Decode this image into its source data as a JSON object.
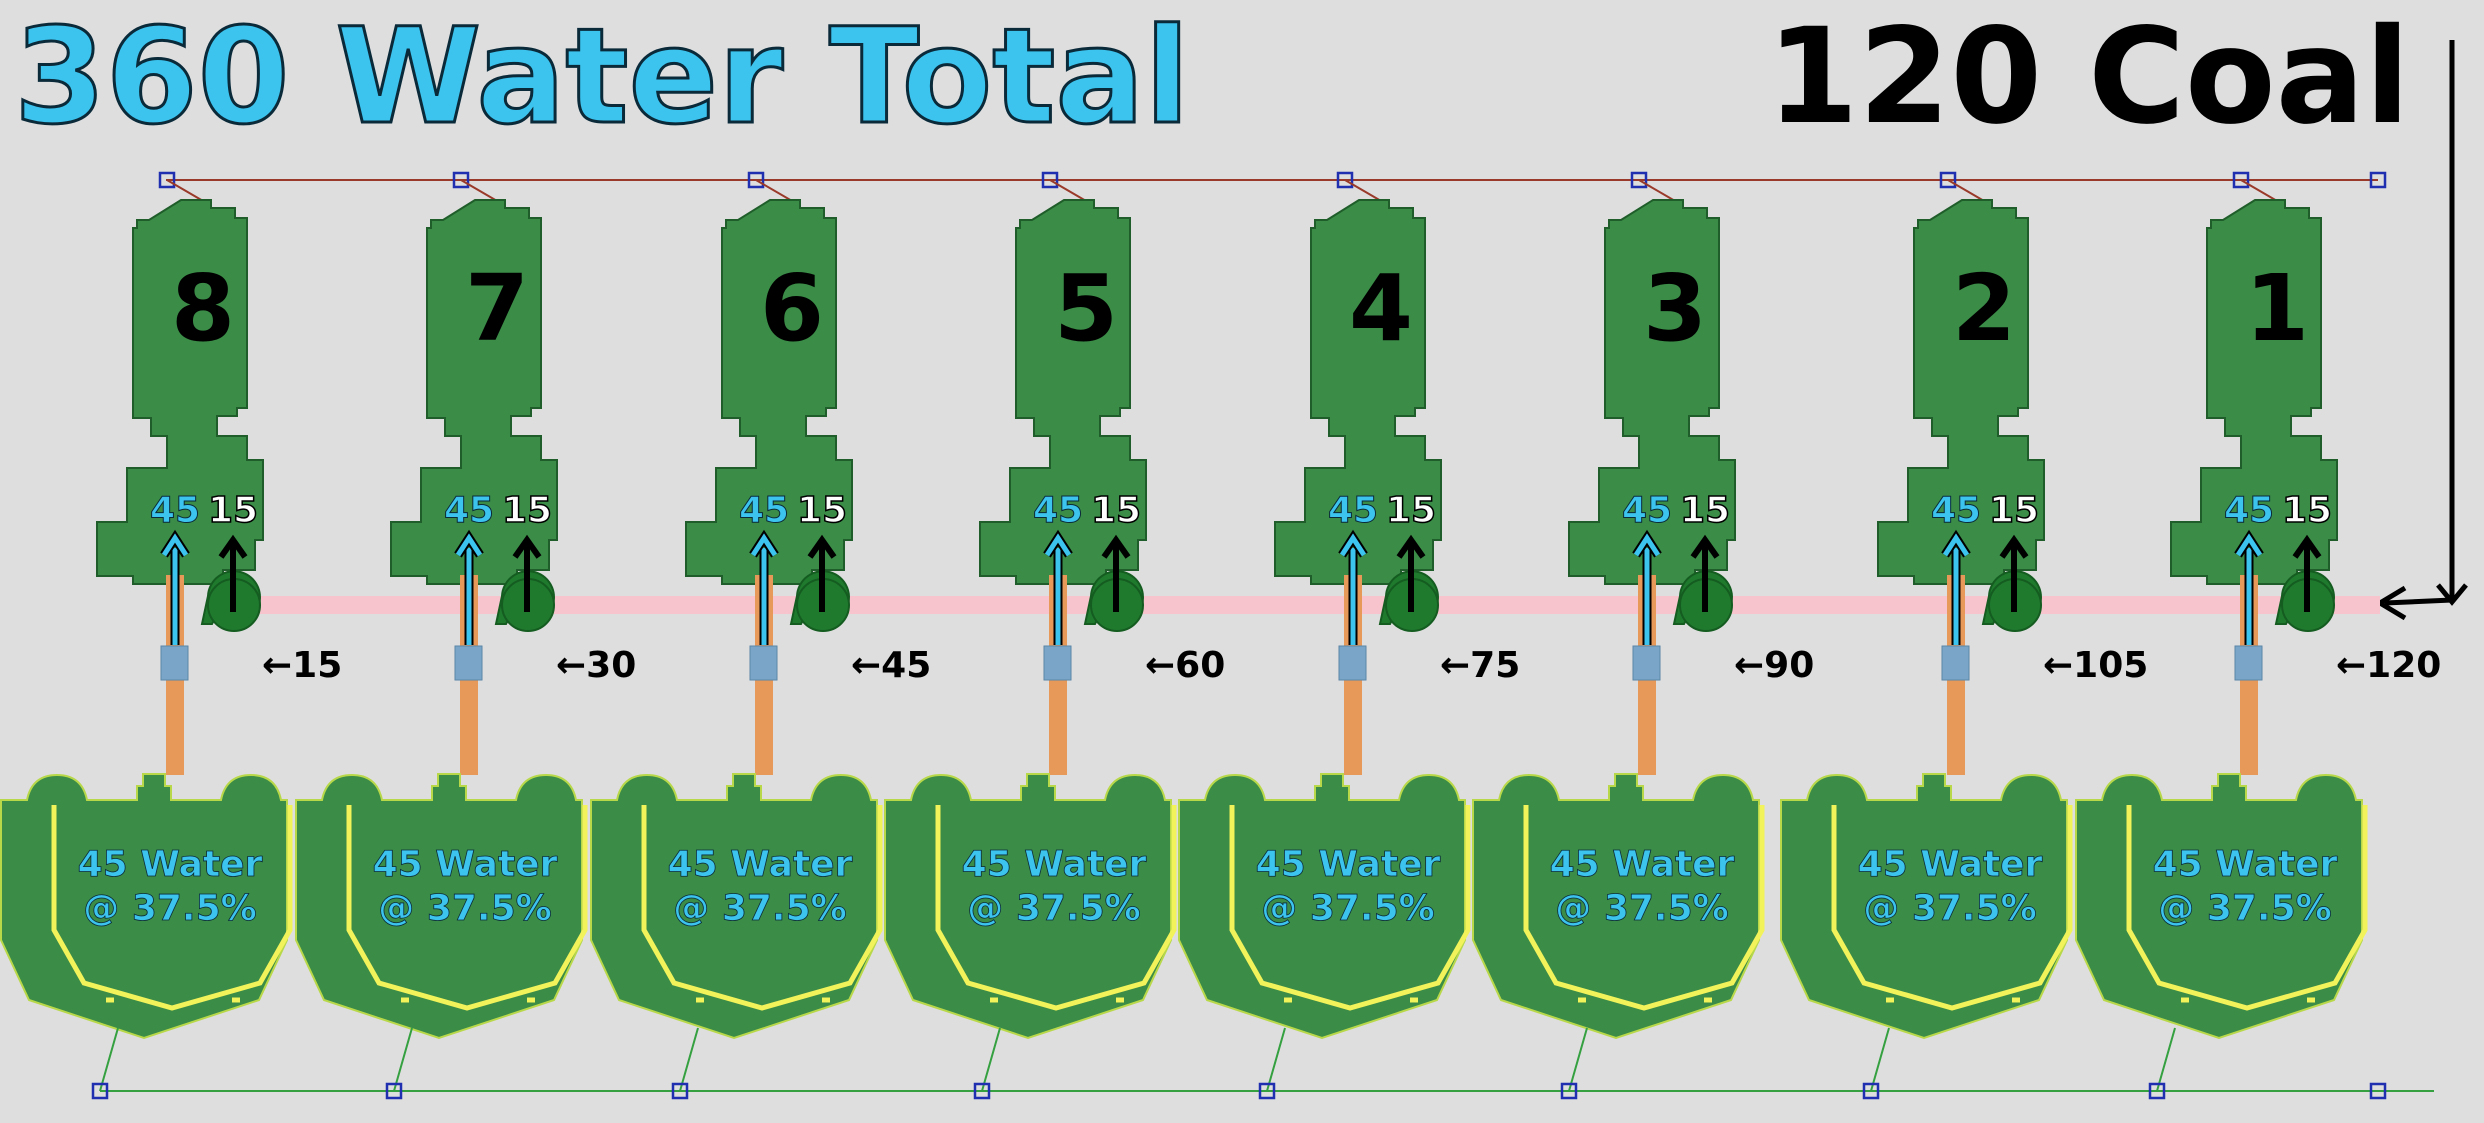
{
  "header": {
    "water_total": "360 Water Total",
    "coal_total": "120 Coal"
  },
  "colors": {
    "background": "#dedede",
    "building_green": "#3a8c47",
    "building_outline": "#1f5e2a",
    "water_blue": "#3cc3ee",
    "coal_black": "#000000",
    "conveyor_pink": "#f7c3cc",
    "pipe_orange": "#e7995a",
    "valve_blue": "#7ba5c8",
    "boiler_trim_yellow": "#f2f25a",
    "power_line_red": "#9a3a2a",
    "ground_line_green": "#34a040",
    "pole_blue": "#1f2fb0"
  },
  "units": [
    {
      "number": "8",
      "water": "45",
      "coal": "15",
      "conveyor": "←15",
      "boiler_line1": "45 Water",
      "boiler_line2": "@ 37.5%"
    },
    {
      "number": "7",
      "water": "45",
      "coal": "15",
      "conveyor": "←30",
      "boiler_line1": "45 Water",
      "boiler_line2": "@ 37.5%"
    },
    {
      "number": "6",
      "water": "45",
      "coal": "15",
      "conveyor": "←45",
      "boiler_line1": "45 Water",
      "boiler_line2": "@ 37.5%"
    },
    {
      "number": "5",
      "water": "45",
      "coal": "15",
      "conveyor": "←60",
      "boiler_line1": "45 Water",
      "boiler_line2": "@ 37.5%"
    },
    {
      "number": "4",
      "water": "45",
      "coal": "15",
      "conveyor": "←75",
      "boiler_line1": "45 Water",
      "boiler_line2": "@ 37.5%"
    },
    {
      "number": "3",
      "water": "45",
      "coal": "15",
      "conveyor": "←90",
      "boiler_line1": "45 Water",
      "boiler_line2": "@ 37.5%"
    },
    {
      "number": "2",
      "water": "45",
      "coal": "15",
      "conveyor": "←105",
      "boiler_line1": "45 Water",
      "boiler_line2": "@ 37.5%"
    },
    {
      "number": "1",
      "water": "45",
      "coal": "15",
      "conveyor": "←120",
      "boiler_line1": "45 Water",
      "boiler_line2": "@ 37.5%"
    }
  ]
}
